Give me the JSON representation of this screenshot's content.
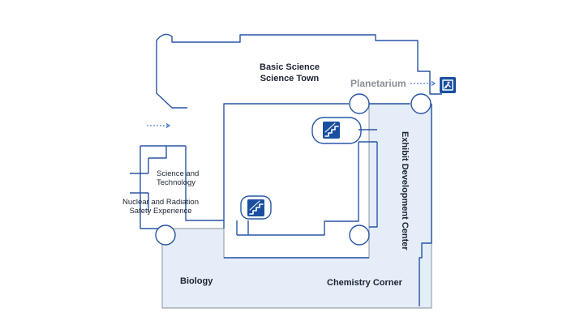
{
  "map": {
    "labels": {
      "basic_science": "Basic Science",
      "science_town": "Science Town",
      "planetarium": "Planetarium",
      "exhibit_dev": "Exhibit Development Center",
      "science_tech_1": "Science and",
      "science_tech_2": "Technology",
      "nuclear_1": "Nuclear and Radiation",
      "nuclear_2": "Safety Experience",
      "biology": "Biology",
      "chemistry": "Chemistry Corner"
    },
    "icons": {
      "stairs": "stairs-icon",
      "exit": "emergency-exit-icon",
      "direction": "dotted-arrow-icon"
    },
    "colors": {
      "wall": "#2855a5",
      "highlight_zone": "#e4edf8",
      "icon_badge": "#1a4fa0",
      "planetarium_text": "#8a9097"
    }
  }
}
